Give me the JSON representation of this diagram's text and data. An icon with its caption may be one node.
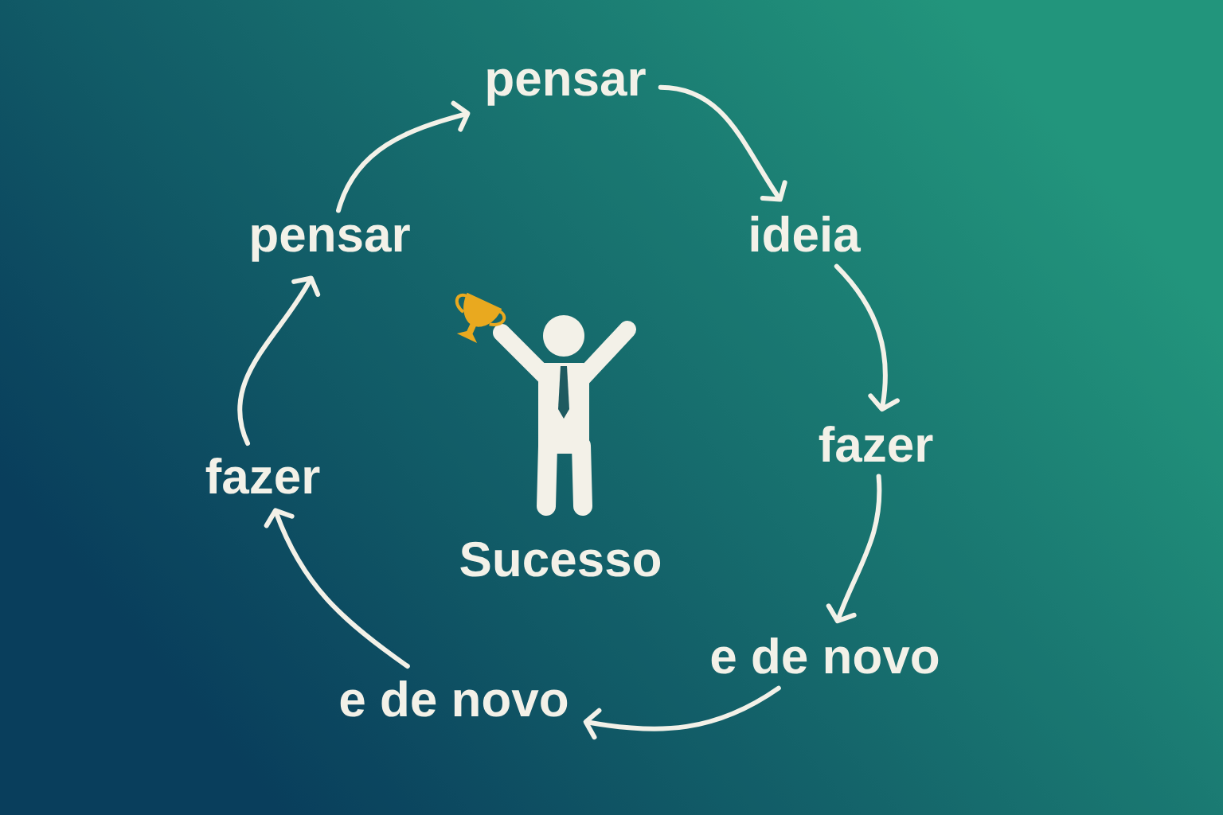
{
  "diagram": {
    "nodes": [
      {
        "text": [
          "pensar"
        ]
      },
      {
        "text": [
          "ideia"
        ]
      },
      {
        "text": [
          "fazer"
        ]
      },
      {
        "text": [
          "e de novo"
        ]
      },
      {
        "text": [
          "e de novo"
        ]
      },
      {
        "text": [
          "fazer"
        ]
      },
      {
        "text": [
          "pensar"
        ]
      }
    ],
    "edges": [
      {
        "from": 0,
        "to": 1,
        "arrow": "to"
      },
      {
        "from": 1,
        "to": 2,
        "arrow": "to"
      },
      {
        "from": 2,
        "to": 3,
        "arrow": "to"
      },
      {
        "from": 3,
        "to": 4,
        "arrow": "to"
      },
      {
        "from": 4,
        "to": 5,
        "arrow": "to"
      },
      {
        "from": 5,
        "to": 6,
        "arrow": "to"
      },
      {
        "from": 6,
        "to": 0,
        "arrow": "to"
      }
    ],
    "labels": [
      "Sucesso"
    ]
  }
}
